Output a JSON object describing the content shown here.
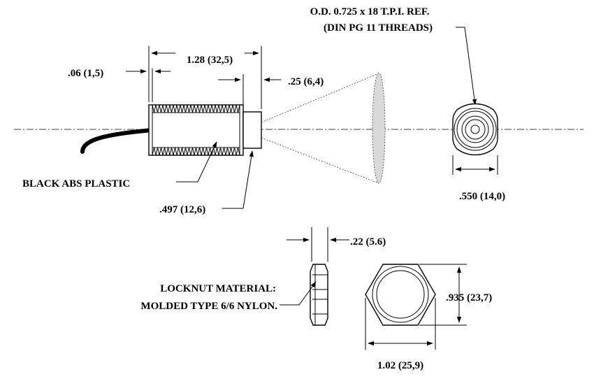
{
  "sensor": {
    "thread_note_line1": "O.D. 0.725 x 18 T.P.I. REF.",
    "thread_note_line2": "(DIN PG 11 THREADS)",
    "dim_length": "1.28 (32,5)",
    "dim_shoulder": ".06 (1,5)",
    "dim_tip": ".25 (6,4)",
    "material_label": "BLACK ABS PLASTIC",
    "dim_tip_diameter": ".497 (12,6)",
    "dim_end_flats": ".550 (14,0)"
  },
  "locknut": {
    "dim_thickness": ".22 (5.6)",
    "material_line1": "LOCKNUT MATERIAL:",
    "material_line2": "MOLDED TYPE 6/6 NYLON.",
    "dim_flats": ".935 (23,7)",
    "dim_across": "1.02 (25,9)"
  }
}
